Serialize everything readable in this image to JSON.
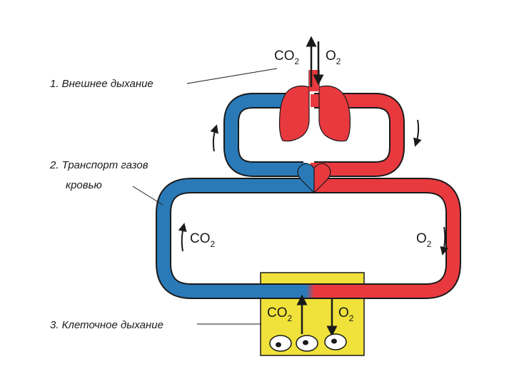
{
  "labels": {
    "external": "1. Внешнее дыхание",
    "transport_line1": "2. Транспорт газов",
    "transport_line2": "кровью",
    "cellular": "3. Клеточное дыхание"
  },
  "gases": {
    "co2_main": "CO",
    "o2_main": "O",
    "sub2": "2"
  },
  "colors": {
    "venous": "#2a7ab8",
    "arterial": "#e8393f",
    "tissue": "#f0e23a",
    "outline": "#1a1a1a"
  }
}
